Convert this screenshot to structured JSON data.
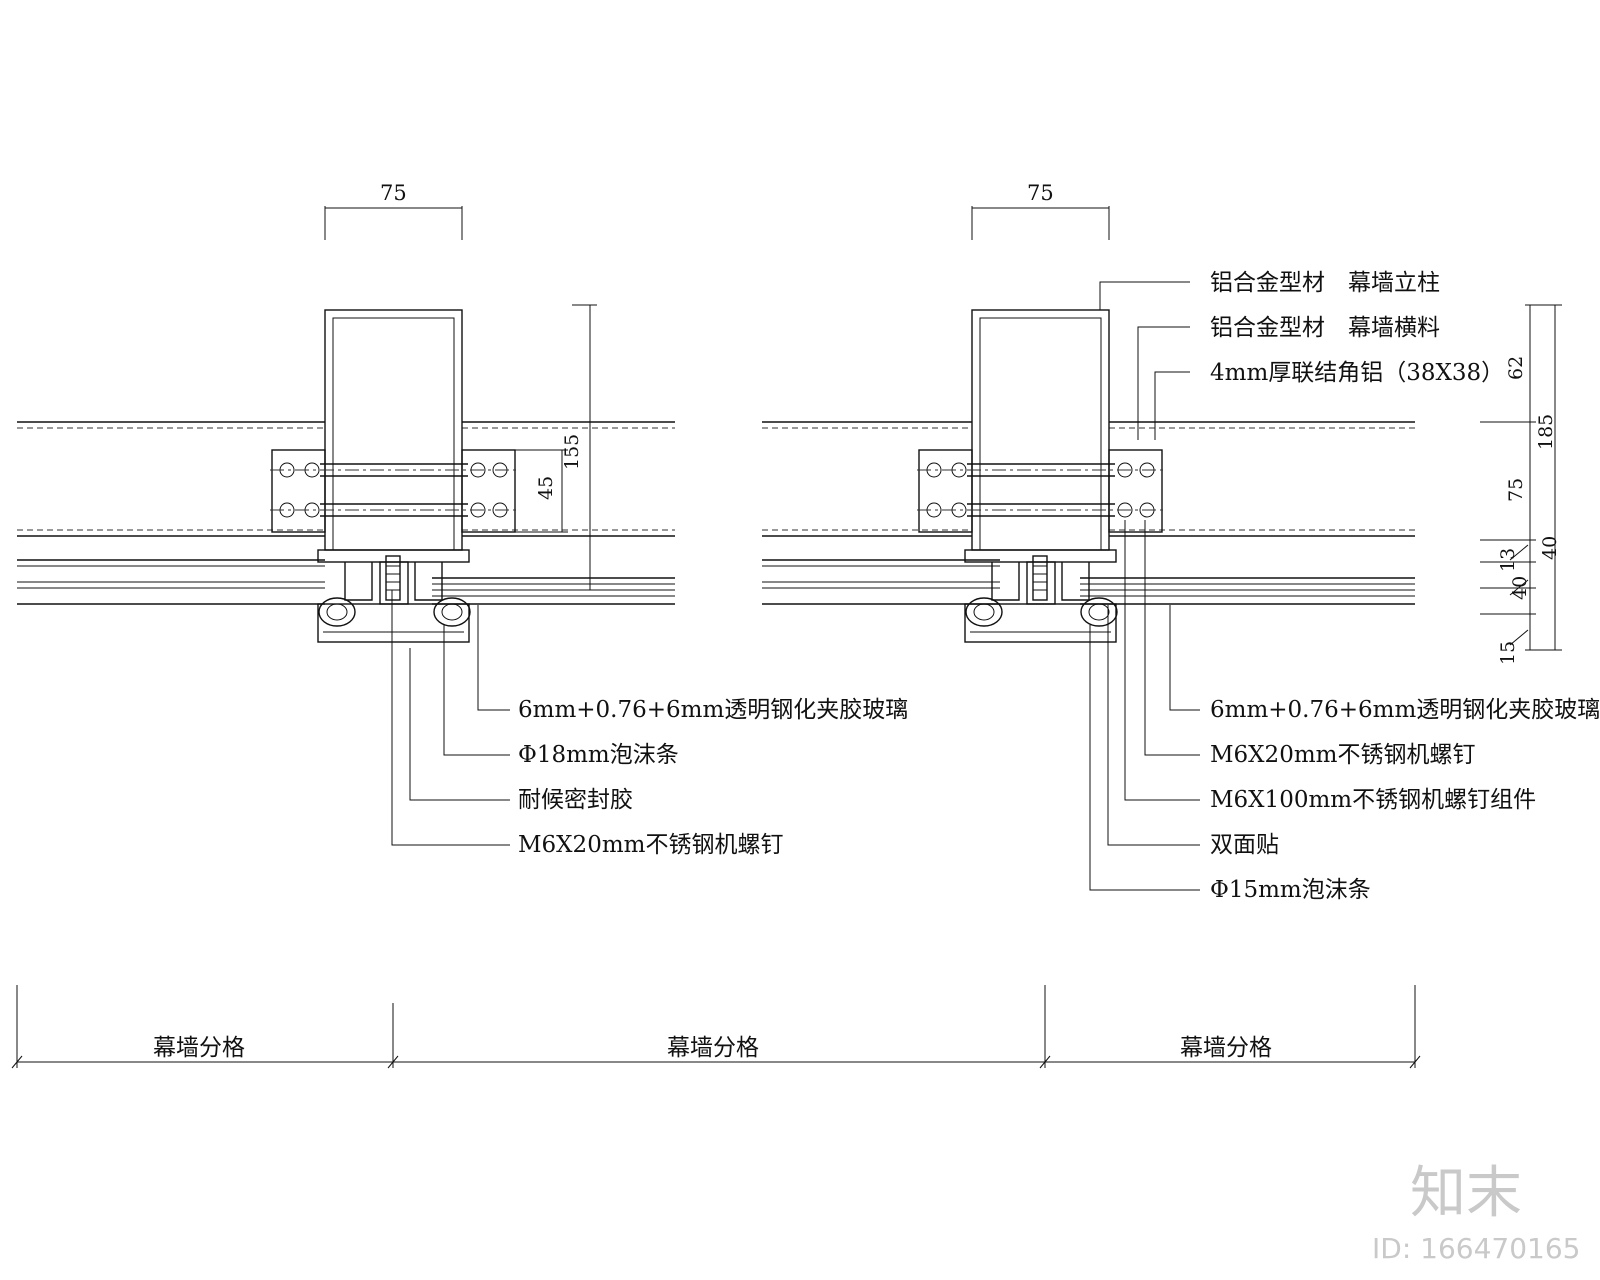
{
  "dimensions": {
    "left_width": "75",
    "right_width": "75",
    "left_height_total": "155",
    "left_height_inner": "45",
    "right_h_62": "62",
    "right_h_185": "185",
    "right_h_75": "75",
    "right_h_40a": "40",
    "right_h_13": "13",
    "right_h_40b": "40",
    "right_h_15": "15"
  },
  "left_labels": {
    "glass": "6mm+0.76+6mm透明钢化夹胶玻璃",
    "foam": "Φ18mm泡沫条",
    "sealant": "耐候密封胶",
    "screw": "M6X20mm不锈钢机螺钉"
  },
  "right_labels": {
    "mullion": "铝合金型材　幕墙立柱",
    "transom": "铝合金型材　幕墙横料",
    "angle": "4mm厚联结角铝（38X38）",
    "glass": "6mm+0.76+6mm透明钢化夹胶玻璃",
    "screw20": "M6X20mm不锈钢机螺钉",
    "screw100": "M6X100mm不锈钢机螺钉组件",
    "tape": "双面贴",
    "foam": "Φ15mm泡沫条"
  },
  "grid": {
    "label_1": "幕墙分格",
    "label_2": "幕墙分格",
    "label_3": "幕墙分格"
  },
  "watermark": {
    "logo": "知末",
    "id": "ID: 166470165"
  }
}
